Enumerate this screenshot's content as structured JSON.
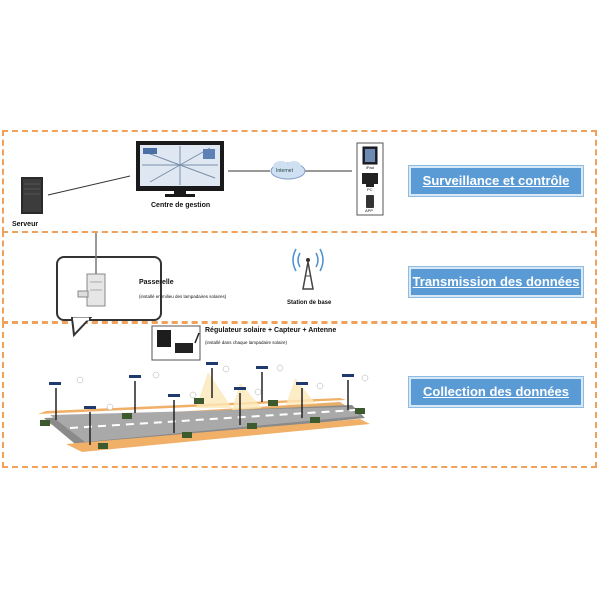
{
  "tiers": {
    "surveillance": "Surveillance et contrôle",
    "transmission": "Transmission des données",
    "collection": "Collection des données"
  },
  "nodes": {
    "server": "Serveur",
    "management_center": "Centre de gestion",
    "internet": "Internet",
    "devices": [
      "iPad",
      "PC",
      "APP"
    ],
    "gateway_title": "Passerelle",
    "gateway_note": "(installé en milieu des lampadaires solaires)",
    "base_station": "Station de base",
    "controller_title": "Régulateur solaire + Capteur + Antenne",
    "controller_note": "(installé dans chaque lampadaire solaire)"
  },
  "colors": {
    "accent_blue": "#5b9bd5",
    "dashed_border": "#f0a15c"
  }
}
